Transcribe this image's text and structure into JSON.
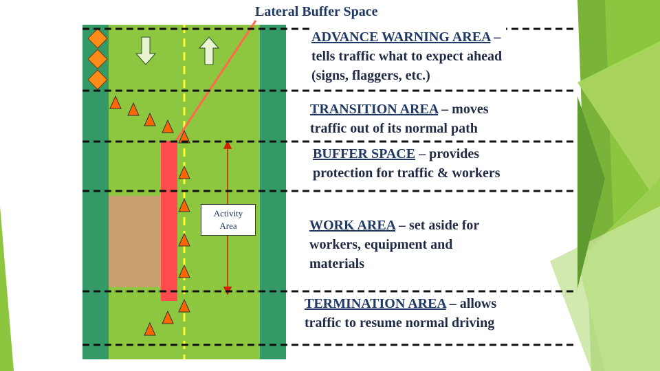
{
  "labels": {
    "lateral_buffer": "Lateral Buffer Space",
    "activity_line1": "Activity",
    "activity_line2": "Area"
  },
  "zones": [
    {
      "name": "ADVANCE WARNING AREA",
      "dash": " –",
      "lines": [
        "tells traffic what to expect ahead",
        "(signs, flaggers, etc.)"
      ]
    },
    {
      "name": "TRANSITION AREA",
      "dash": " – moves",
      "lines": [
        "traffic out of its normal path"
      ]
    },
    {
      "name": "BUFFER SPACE",
      "dash": " – provides",
      "lines": [
        "protection for traffic & workers"
      ]
    },
    {
      "name": "WORK AREA",
      "dash": " – set aside for",
      "lines": [
        "workers, equipment and",
        "materials"
      ]
    },
    {
      "name": "TERMINATION AREA",
      "dash": " – allows",
      "lines": [
        "traffic to resume normal driving"
      ]
    }
  ],
  "colors": {
    "road": "#8dc63f",
    "shoulder": "#339966",
    "work_zone": "#c8a070",
    "barrier": "#ff4c4c",
    "cone": "#ff6600",
    "sign": "#ff8c1a",
    "arrow_line": "#ff6a4d",
    "deco_green": "#8cc63f"
  }
}
